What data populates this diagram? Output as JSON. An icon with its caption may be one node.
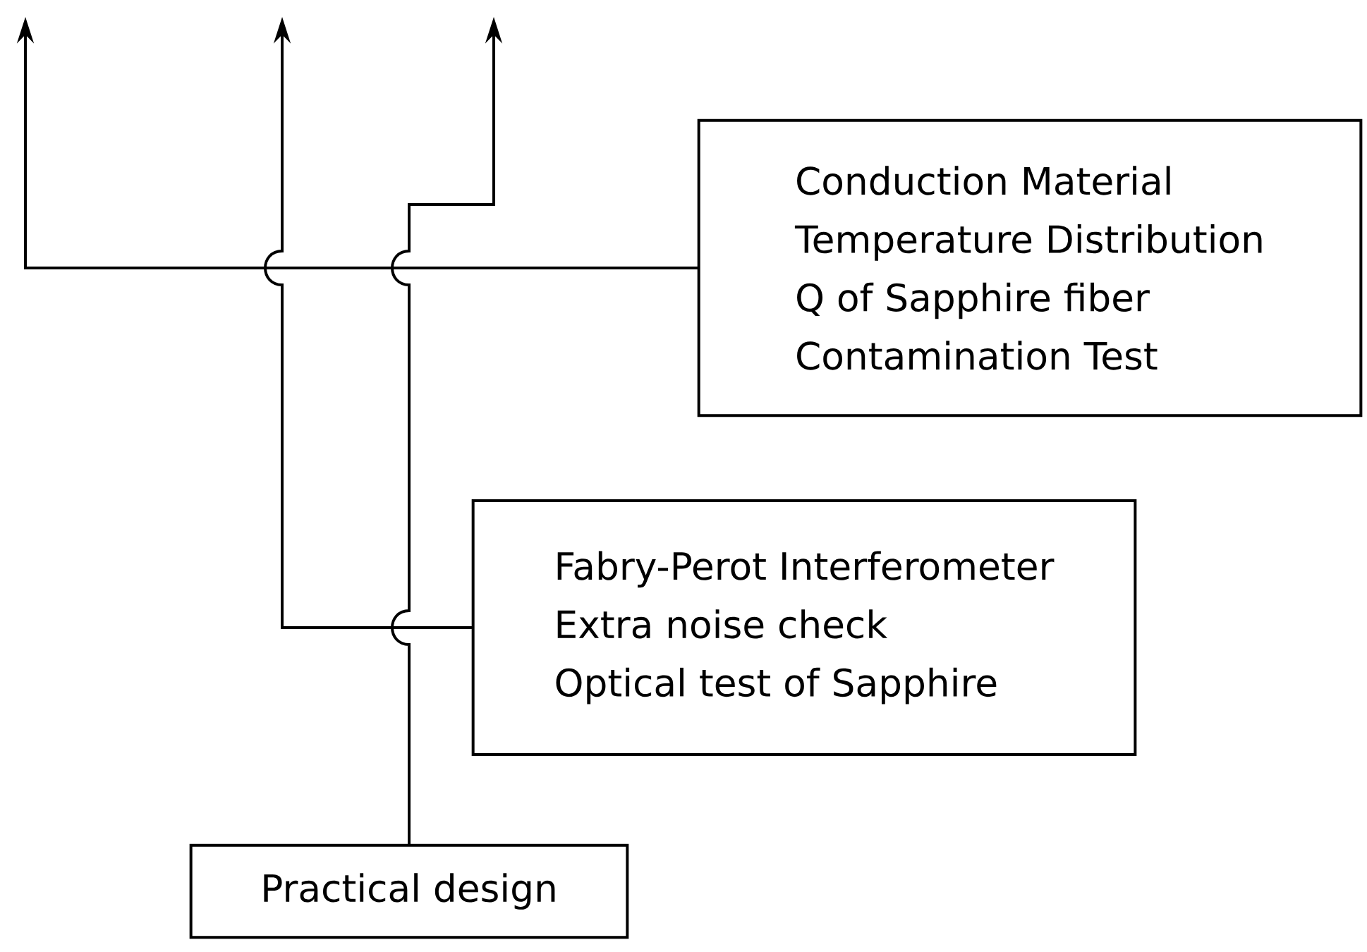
{
  "diagram": {
    "nodes": [
      {
        "text": [
          "Conduction Material",
          "Temperature Distribution",
          "Q of Sapphire fiber",
          "Contamination Test"
        ]
      },
      {
        "text": [
          "Fabry-Perot Interferometer",
          "Extra noise check",
          "Optical test of Sapphire"
        ]
      },
      {
        "text": [
          "Practical design"
        ]
      }
    ],
    "edges": [
      {
        "from": 0,
        "to": null,
        "arrow": "to"
      },
      {
        "from": 1,
        "to": null,
        "arrow": "to"
      },
      {
        "from": 2,
        "to": null,
        "arrow": "to"
      }
    ]
  }
}
